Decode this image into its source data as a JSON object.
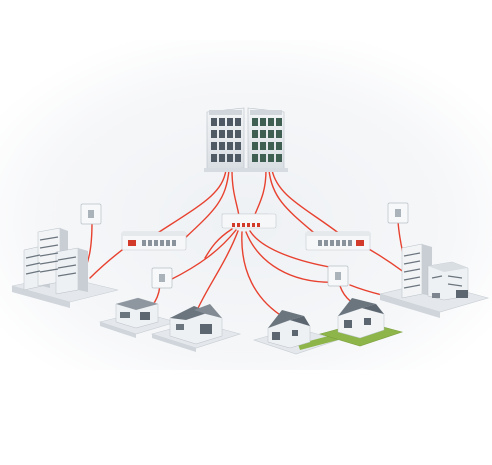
{
  "diagram": {
    "description_free": true,
    "colors": {
      "background": "#ffffff",
      "floor": "#f1f3f5",
      "fiber": "#e8412f",
      "building": "#e9edf1",
      "building_shade": "#c9d0d7",
      "window": "#5c6670",
      "roof": "#7d868f",
      "grass": "#8db54a",
      "panel": "#f5f6f7"
    },
    "nodes": [
      {
        "id": "data-center",
        "icon": "server-tower-icon"
      },
      {
        "id": "central-splitter",
        "icon": "splitter-icon"
      },
      {
        "id": "left-distribution",
        "icon": "distribution-rack-icon"
      },
      {
        "id": "right-distribution",
        "icon": "distribution-rack-icon"
      },
      {
        "id": "terminal-left-top",
        "icon": "wall-box-icon"
      },
      {
        "id": "terminal-right-top",
        "icon": "wall-box-icon"
      },
      {
        "id": "terminal-left-mid",
        "icon": "wall-box-icon"
      },
      {
        "id": "terminal-right-mid",
        "icon": "wall-box-icon"
      },
      {
        "id": "office-towers-left",
        "icon": "office-building-icon"
      },
      {
        "id": "office-towers-right",
        "icon": "office-building-icon"
      },
      {
        "id": "warehouse",
        "icon": "warehouse-icon"
      },
      {
        "id": "factory",
        "icon": "factory-icon"
      },
      {
        "id": "house-small",
        "icon": "house-icon"
      },
      {
        "id": "house-large",
        "icon": "house-icon"
      }
    ]
  }
}
